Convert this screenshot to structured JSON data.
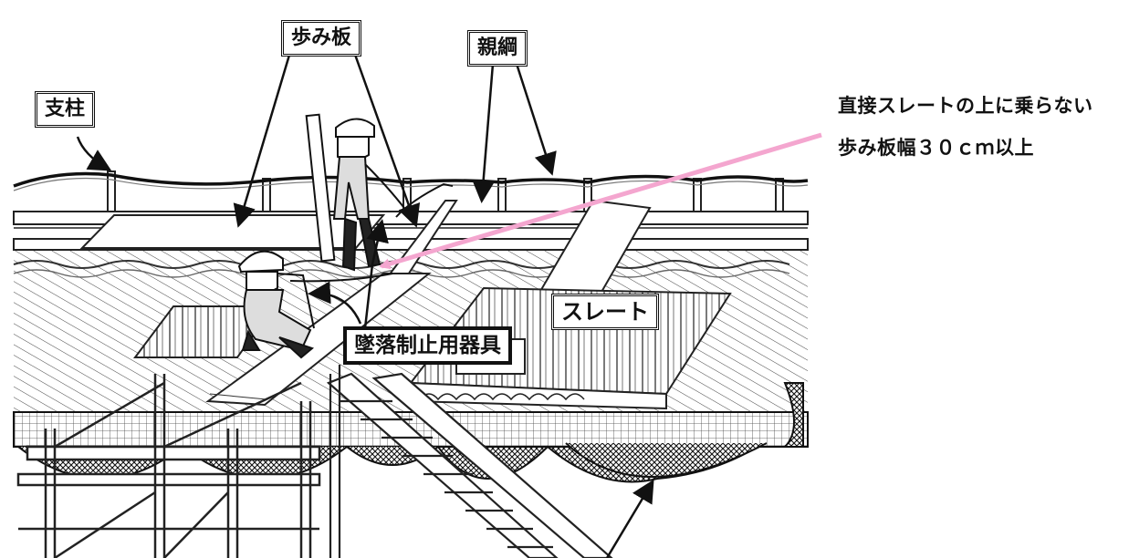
{
  "labels": {
    "ayumiita": "歩み板",
    "oyazuna": "親綱",
    "shichu": "支柱",
    "slate": "スレート",
    "fall_arrest": "墜落制止用器具"
  },
  "notes": {
    "line1": "直接スレートの上に乗らない",
    "line2": "歩み板幅３０ｃｍ以上"
  },
  "colors": {
    "pointer_arrow": "#f4a6cf",
    "ink": "#111111"
  }
}
